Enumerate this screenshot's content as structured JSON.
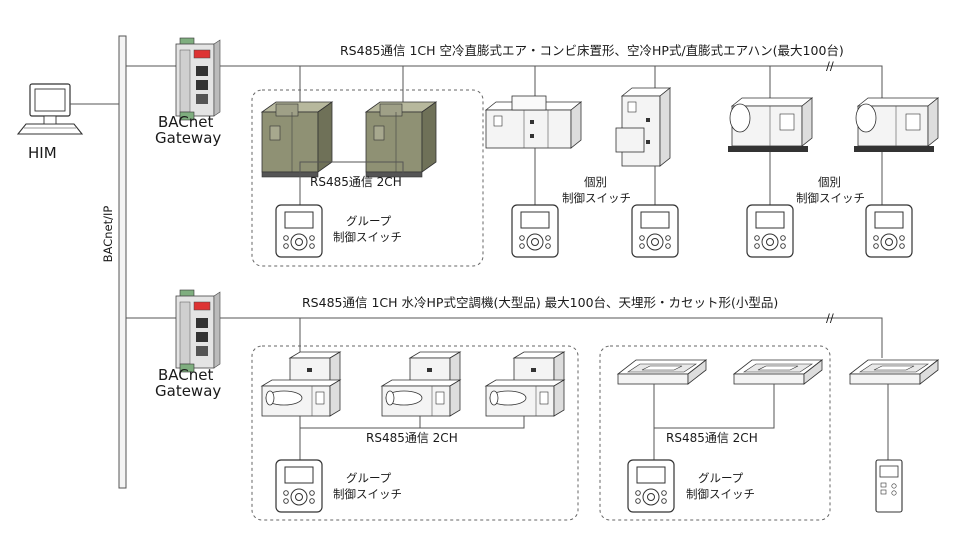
{
  "diagram": {
    "him_label": "HIM",
    "backbone_label": "BACnet/IP",
    "gateway_top": {
      "line1": "BACnet",
      "line2": "Gateway"
    },
    "gateway_bottom": {
      "line1": "BACnet",
      "line2": "Gateway"
    },
    "top_bus_label": "RS485通信 1CH 空冷直膨式エア・コンビ床置形、空冷HP式/直膨式エアハン(最大100台)",
    "bottom_bus_label": "RS485通信 1CH 水冷HP式空調機(大型品) 最大100台、天埋形・カセット形(小型品)",
    "rs485_2ch": "RS485通信 2CH",
    "group_switch": {
      "line1": "グループ",
      "line2": "制御スイッチ"
    },
    "individual_switch": {
      "line1": "個別",
      "line2": "制御スイッチ"
    },
    "break_mark": "//"
  },
  "colors": {
    "line": "#555555",
    "floor_unit": "#8f9174",
    "unit_light": "#f4f4f4",
    "dashed_group": "#666666"
  }
}
